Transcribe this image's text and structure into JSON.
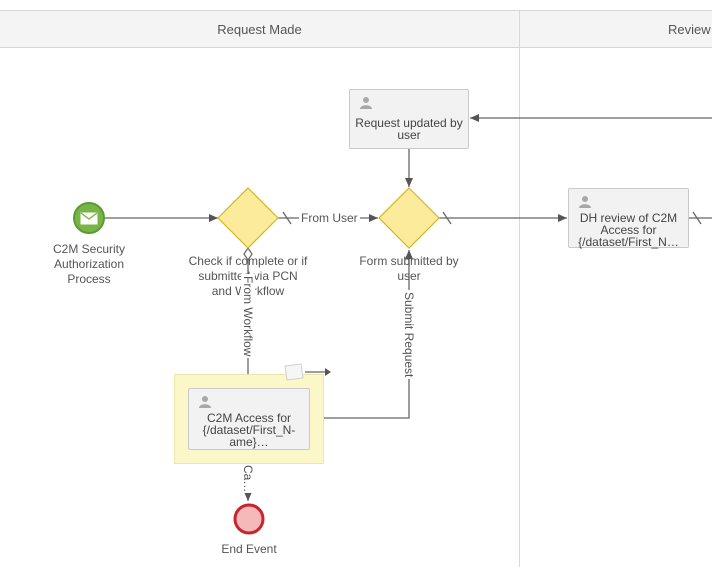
{
  "lanes": {
    "request_made": "Request Made",
    "review": "Review"
  },
  "start_event": {
    "label": "C2M Security Authorization Process",
    "color": "#77b546"
  },
  "end_event": {
    "label": "End Event",
    "color": "#c6252f"
  },
  "gateways": {
    "check": "Check if complete or if submitted via PCN and Workflow",
    "form": "Form submitted by user",
    "fill": "#fbeb9a",
    "stroke": "#d4b624"
  },
  "tasks": {
    "request_updated": "Request updated by user",
    "c2m_access": "C2M Access for {/dataset/First_N-ame}…",
    "dh_review": "DH review of C2M Access for {/dataset/First_N…"
  },
  "flows": {
    "from_user": "From User",
    "from_workflow": "From Workflow",
    "submit_request": "Submit Request",
    "ca": "Ca…"
  },
  "icons": {
    "user": "user-icon",
    "envelope": "envelope-icon",
    "flag": "flag-icon"
  }
}
